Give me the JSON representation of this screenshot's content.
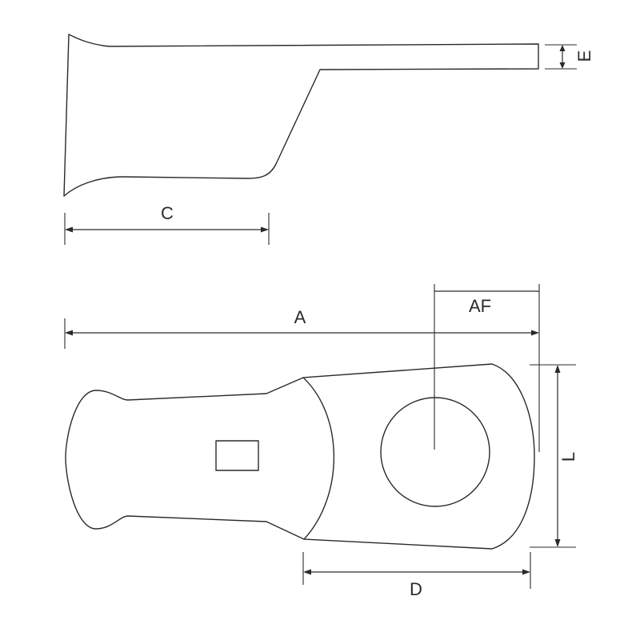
{
  "diagram": {
    "side_view": {
      "dimension_labels": {
        "c": "C",
        "e": "E"
      }
    },
    "top_view": {
      "dimension_labels": {
        "a": "A",
        "af": "AF",
        "l": "L",
        "d": "D"
      }
    },
    "colors": {
      "line": "#2a2a2a",
      "background": "#ffffff"
    }
  }
}
